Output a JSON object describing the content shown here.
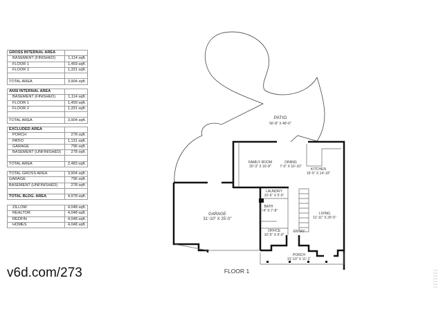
{
  "tables": {
    "gross": {
      "header": "GROSS INTERNAL AREA",
      "rows": [
        [
          "BASEMENT (FINISHED)",
          "1,114 sqft."
        ],
        [
          "FLOOR 1",
          "1,459 sqft."
        ],
        [
          "FLOOR 2",
          "1,331 sqft."
        ]
      ],
      "total": [
        "TOTAL AREA",
        "3,904 sqft."
      ]
    },
    "ansi": {
      "header": "ANSI INTERNAL AREA",
      "rows": [
        [
          "BASEMENT (FINISHED)",
          "1,114 sqft."
        ],
        [
          "FLOOR 1",
          "1,459 sqft."
        ],
        [
          "FLOOR 2",
          "1,331 sqft."
        ]
      ],
      "total": [
        "TOTAL AREA",
        "3,904 sqft."
      ]
    },
    "excluded": {
      "header": "EXCLUDED AREA",
      "rows": [
        [
          "PORCH",
          "278 sqft."
        ],
        [
          "PATIO",
          "1,131 sqft."
        ],
        [
          "GARAGE",
          "796 sqft."
        ],
        [
          "BASEMENT (UNFINISHED)",
          "278 sqft."
        ]
      ],
      "total": [
        "TOTAL AREA",
        "2,483 sqft."
      ]
    },
    "building": {
      "rows": [
        [
          "TOTAL GROSS AREA",
          "3,904 sqft."
        ],
        [
          "GARAGE",
          "796 sqft."
        ],
        [
          "BASEMENT (UNFINISHED)",
          "278 sqft."
        ]
      ],
      "total": [
        "TOTAL BLDG. AREA",
        "4,978 sqft."
      ]
    },
    "sites": {
      "rows": [
        [
          "ZILLOW",
          "4,048 sqft."
        ],
        [
          "REALTOR",
          "4,048 sqft."
        ],
        [
          "REDFIN",
          "4,048 sqft."
        ],
        [
          "HOMES",
          "4,048 sqft."
        ]
      ]
    }
  },
  "brand": "v6d.com/273",
  "plan": {
    "floor_label": "FLOOR 1",
    "rooms": {
      "patio": {
        "name": "PATIO",
        "dims": "56'-8\" X 48'-6\""
      },
      "family": {
        "name": "FAMILY ROOM",
        "dims": "20'-3\" X 16'-8\""
      },
      "dining": {
        "name": "DINING",
        "dims": "7'-0\" X 16'-10\""
      },
      "kitchen": {
        "name": "KITCHEN",
        "dims": "15'-5\" X 14'-10\""
      },
      "laundry": {
        "name": "LAUNDRY",
        "dims": "10'-5\" X 5'-5\""
      },
      "bath": {
        "name": "BATH",
        "dims": "6'-4\" X 7'-8\""
      },
      "garage": {
        "name": "GARAGE",
        "dims": "31'-10\" X 25'-0\""
      },
      "living": {
        "name": "LIVING",
        "dims": "11'-11\" X 25'-5\""
      },
      "office": {
        "name": "OFFICE",
        "dims": "10'-5\" X 9'-9\""
      },
      "entry": {
        "name": "ENTRY",
        "dims": ""
      },
      "porch": {
        "name": "PORCH",
        "dims": "31'-10\" X 11'-1\""
      }
    }
  }
}
